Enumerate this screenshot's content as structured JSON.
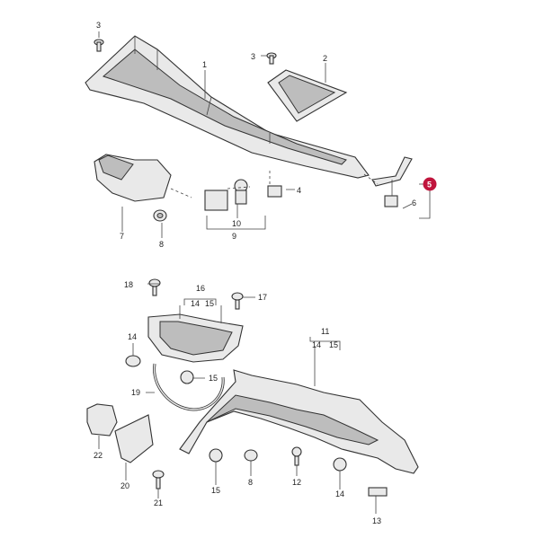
{
  "callouts": {
    "c1": "1",
    "c2": "2",
    "c3a": "3",
    "c3b": "3",
    "c4": "4",
    "c5": "5",
    "c6": "6",
    "c7": "7",
    "c8a": "8",
    "c8b": "8",
    "c9": "9",
    "c10": "10",
    "c11": "11",
    "c12": "12",
    "c13": "13",
    "c14a": "14",
    "c14b": "14",
    "c14c": "14",
    "c14d": "14",
    "c15a": "15",
    "c15b": "15",
    "c15c": "15",
    "c15d": "15",
    "c16": "16",
    "c17": "17",
    "c18": "18",
    "c19": "19",
    "c20": "20",
    "c21": "21",
    "c22": "22"
  },
  "highlight": {
    "part_number": "5",
    "color": "#c0143c"
  }
}
